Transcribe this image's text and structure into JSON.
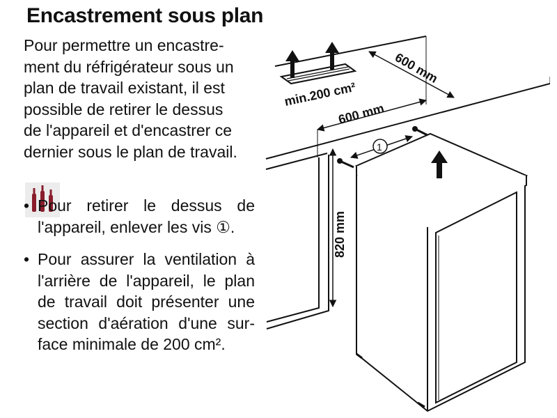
{
  "title": "Encastrement sous plan",
  "intro_lines": [
    "Pour permettre un encastre-",
    "ment du réfrigérateur sous un",
    "plan de travail existant, il est",
    "possible de retirer le dessus",
    "de l'appareil et d'encastrer ce",
    "dernier sous le plan de travail."
  ],
  "bullets": [
    {
      "symbol": "•",
      "text": "Pour retirer le dessus de l'appareil, enlever les vis ①."
    },
    {
      "symbol": "•",
      "text": "Pour assurer la ventilation à l'arrière de l'appareil, le plan de travail doit présenter une section d'aération d'une sur-face minimale de 200 cm²."
    }
  ],
  "diagram": {
    "vent_label": "min.200 cm²",
    "depth_label": "600 mm",
    "width_label": "600 mm",
    "height_label": "820 mm",
    "screw_callout": "1"
  },
  "logo": {
    "icon": "wine-bottles-logo",
    "color": "#8a1d2c"
  }
}
